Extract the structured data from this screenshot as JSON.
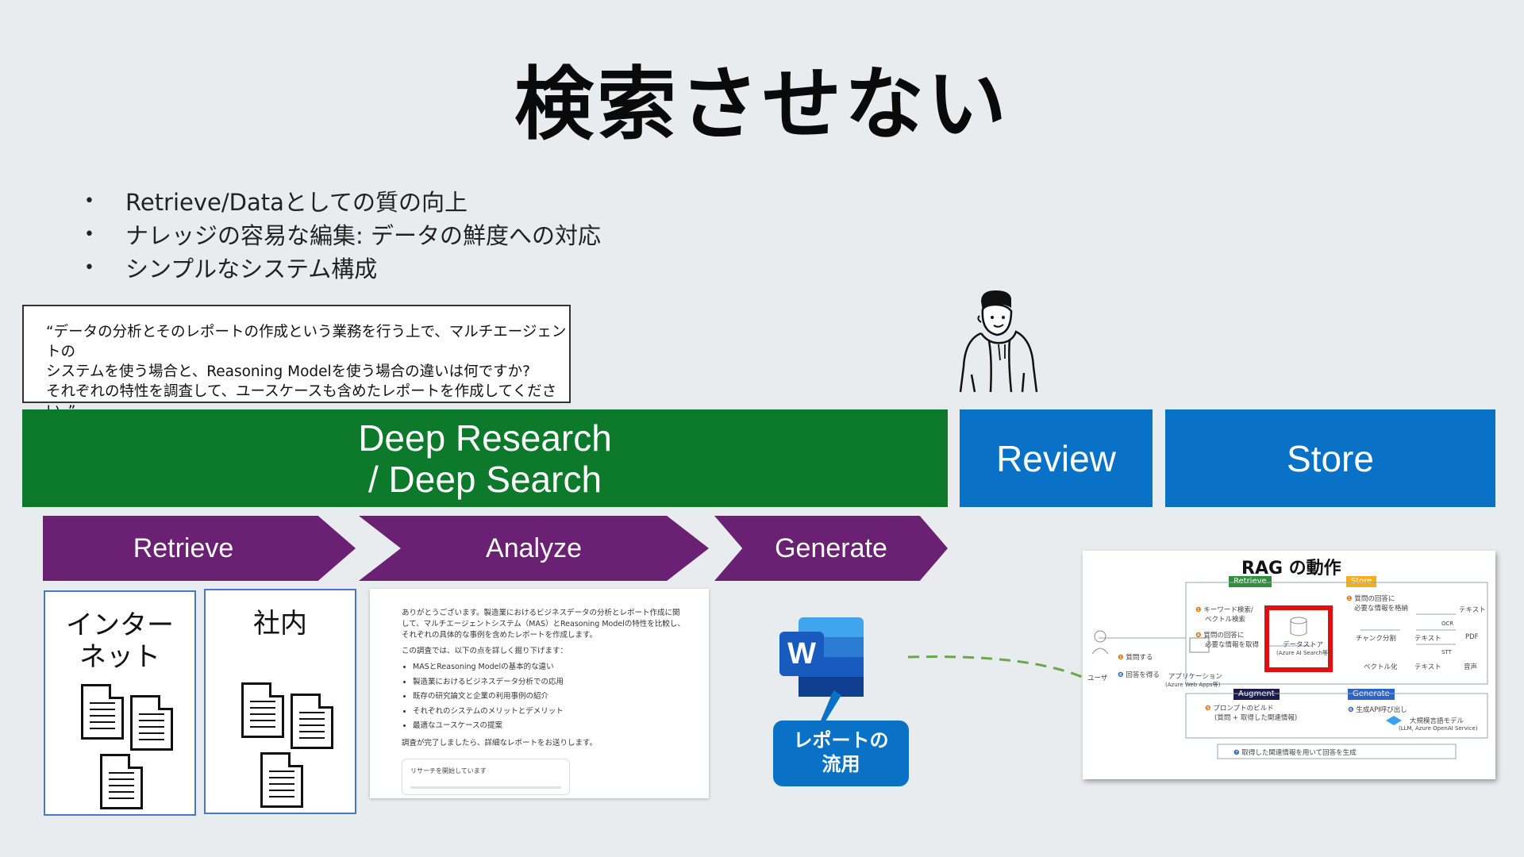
{
  "slide": {
    "title": "検索させない",
    "bullets": [
      "Retrieve/Dataとしての質の向上",
      "ナレッジの容易な編集: データの鮮度への対応",
      "シンプルなシステム構成"
    ],
    "quote_lines": [
      "“データの分析とそのレポートの作成という業務を行う上で、マルチエージェントの",
      "システムを使う場合と、Reasoning Modelを使う場合の違いは何ですか?",
      "それぞれの特性を調査して、ユースケースも含めたレポートを作成してください。”"
    ]
  },
  "bands": {
    "deep_line1": "Deep Research",
    "deep_line2": "/ Deep Search",
    "review": "Review",
    "store": "Store"
  },
  "steps": [
    "Retrieve",
    "Analyze",
    "Generate"
  ],
  "sources": {
    "internet_line1": "インター",
    "internet_line2": "ネット",
    "internal": "社内"
  },
  "report": {
    "intro": "ありがとうございます。製造業におけるビジネスデータの分析とレポート作成に関して、マルチエージェントシステム（MAS）とReasoning Modelの特性を比較し、それぞれの具体的な事例を含めたレポートを作成します。",
    "lead": "この調査では、以下の点を詳しく掘り下げます：",
    "items": [
      "MASとReasoning Modelの基本的な違い",
      "製造業におけるビジネスデータ分析での応用",
      "既存の研究論文と企業の利用事例の紹介",
      "それぞれのシステムのメリットとデメリット",
      "最適なユースケースの提案"
    ],
    "closing": "調査が完了しましたら、詳細なレポートをお送りします。",
    "status": "リサーチを開始しています"
  },
  "callout": {
    "line1": "レポートの",
    "line2": "流用"
  },
  "rag": {
    "title": "RAG の動作",
    "tags": {
      "retrieve": "Retrieve",
      "store": "Store",
      "augment": "Augment",
      "generate": "Generate"
    },
    "labels": {
      "keyword": "キーワード検索/",
      "vector": "ベクトル検索",
      "store_step": "質問の回答に",
      "store_step2": "必要な情報を格納",
      "retrieve_step": "質問の回答に",
      "retrieve_step2": "必要な情報を取得",
      "datastore": "データストア",
      "datastore_sub": "(Azure AI Search等)",
      "ask": "質問する",
      "answer": "回答を得る",
      "user": "ユーザ",
      "app": "アプリケーション",
      "app_sub": "(Azure Web Apps等)",
      "chunk": "チャンク分割",
      "vectorize": "ベクトル化",
      "text1": "テキスト",
      "text2": "テキスト",
      "text3": "テキスト",
      "pdf": "PDF",
      "voice": "音声",
      "ocr": "OCR",
      "stt": "STT",
      "prompt": "プロンプトのビルド",
      "prompt_sub": "(質問 + 取得した関連情報)",
      "api": "生成API呼び出し",
      "llm": "大規模言語モデル",
      "llm_sub": "(LLM, Azure OpenAI Service)",
      "final": "取得した関連情報を用いて回答を生成"
    }
  },
  "colors": {
    "background": "#e9ecee",
    "deep_green": "#0d7a2b",
    "blue": "#0a72c6",
    "purple": "#6a2073",
    "highlight_red": "#e01010",
    "dash_green": "#6aa84f"
  }
}
